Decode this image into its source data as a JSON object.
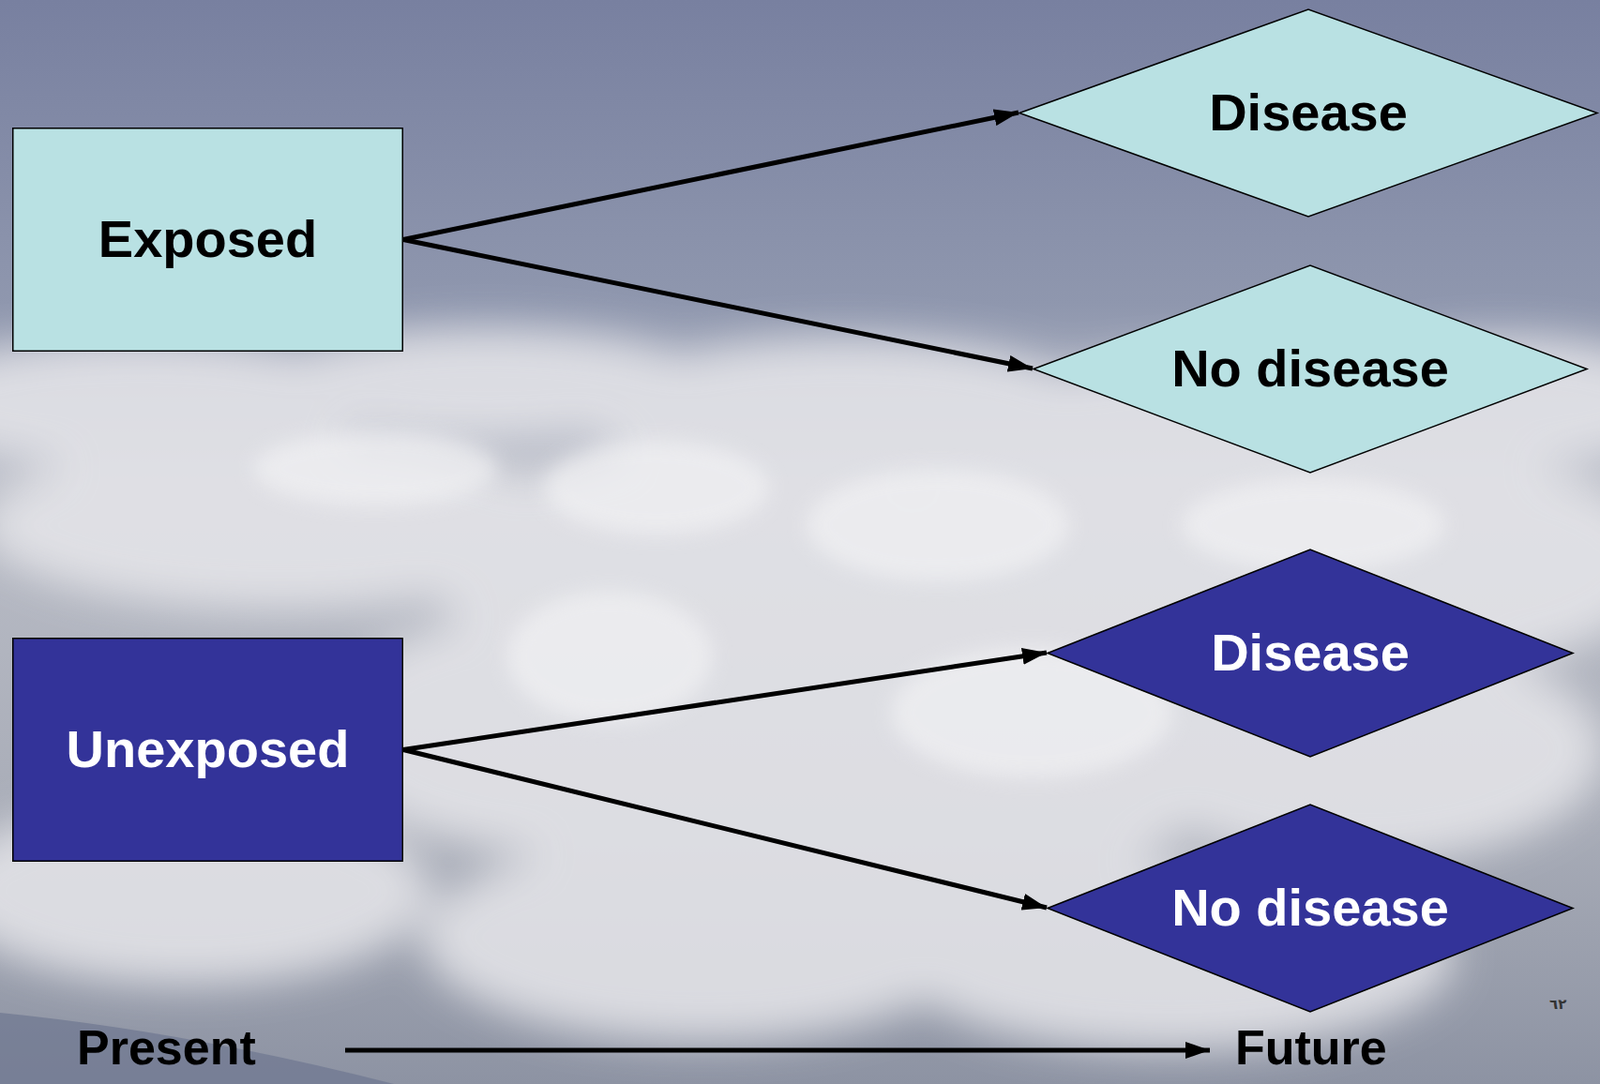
{
  "diagram": {
    "nodes": [
      {
        "text": [
          "Exposed"
        ]
      },
      {
        "text": [
          "Disease"
        ]
      },
      {
        "text": [
          "No disease"
        ]
      },
      {
        "text": [
          "Unexposed"
        ]
      },
      {
        "text": [
          "Disease"
        ]
      },
      {
        "text": [
          "No disease"
        ]
      }
    ],
    "edges": [
      {
        "from": 0,
        "to": 1,
        "arrow": "to"
      },
      {
        "from": 0,
        "to": 2,
        "arrow": "to"
      },
      {
        "from": 3,
        "to": 4,
        "arrow": "to"
      },
      {
        "from": 3,
        "to": 5,
        "arrow": "to"
      }
    ],
    "labels": [
      "Present",
      "Future",
      "٦٢"
    ]
  }
}
